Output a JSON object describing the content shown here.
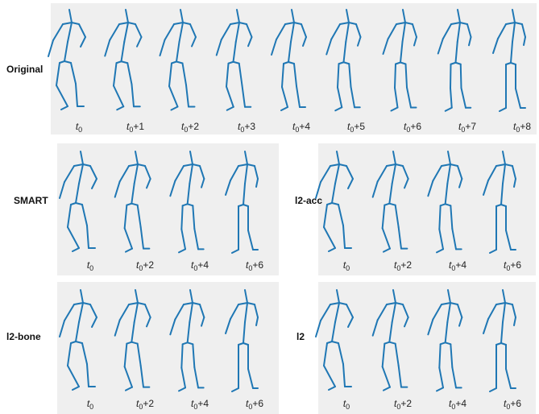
{
  "colors": {
    "skeleton": "#1f77b4",
    "panel_bg": "#efefef"
  },
  "groups": [
    {
      "id": "original",
      "label": "Original",
      "frames": [
        {
          "base": "t",
          "sub": "0",
          "suffix": ""
        },
        {
          "base": "t",
          "sub": "0",
          "suffix": "+1"
        },
        {
          "base": "t",
          "sub": "0",
          "suffix": "+2"
        },
        {
          "base": "t",
          "sub": "0",
          "suffix": "+3"
        },
        {
          "base": "t",
          "sub": "0",
          "suffix": "+4"
        },
        {
          "base": "t",
          "sub": "0",
          "suffix": "+5"
        },
        {
          "base": "t",
          "sub": "0",
          "suffix": "+6"
        },
        {
          "base": "t",
          "sub": "0",
          "suffix": "+7"
        },
        {
          "base": "t",
          "sub": "0",
          "suffix": "+8"
        }
      ]
    },
    {
      "id": "smart",
      "label": "SMART",
      "frames": [
        {
          "base": "t",
          "sub": "0",
          "suffix": ""
        },
        {
          "base": "t",
          "sub": "0",
          "suffix": "+2"
        },
        {
          "base": "t",
          "sub": "0",
          "suffix": "+4"
        },
        {
          "base": "t",
          "sub": "0",
          "suffix": "+6"
        }
      ]
    },
    {
      "id": "l2-acc",
      "label": "l2-acc",
      "frames": [
        {
          "base": "t",
          "sub": "0",
          "suffix": ""
        },
        {
          "base": "t",
          "sub": "0",
          "suffix": "+2"
        },
        {
          "base": "t",
          "sub": "0",
          "suffix": "+4"
        },
        {
          "base": "t",
          "sub": "0",
          "suffix": "+6"
        }
      ]
    },
    {
      "id": "l2-bone",
      "label": "l2-bone",
      "frames": [
        {
          "base": "t",
          "sub": "0",
          "suffix": ""
        },
        {
          "base": "t",
          "sub": "0",
          "suffix": "+2"
        },
        {
          "base": "t",
          "sub": "0",
          "suffix": "+4"
        },
        {
          "base": "t",
          "sub": "0",
          "suffix": "+6"
        }
      ]
    },
    {
      "id": "l2",
      "label": "l2",
      "frames": [
        {
          "base": "t",
          "sub": "0",
          "suffix": ""
        },
        {
          "base": "t",
          "sub": "0",
          "suffix": "+2"
        },
        {
          "base": "t",
          "sub": "0",
          "suffix": "+4"
        },
        {
          "base": "t",
          "sub": "0",
          "suffix": "+6"
        }
      ]
    }
  ]
}
